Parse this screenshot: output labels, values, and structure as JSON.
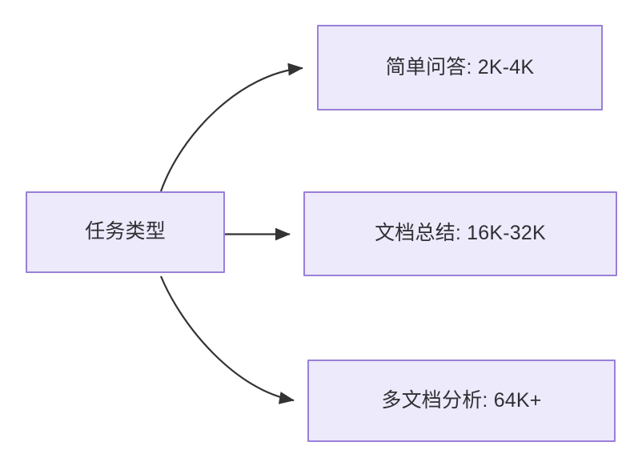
{
  "diagram": {
    "title": "",
    "type": "flowchart",
    "direction": "left-to-right",
    "colors": {
      "node_fill": "#ECEAFB",
      "node_border": "#9A7FD8",
      "node_text": "#2f2f33",
      "edge_stroke": "#333333",
      "canvas_background": "#ffffff"
    },
    "source_node": {
      "id": "task-type",
      "label": "任务类型"
    },
    "target_nodes": [
      {
        "id": "simple-qa",
        "label": "简单问答: 2K-4K",
        "category": "简单问答",
        "range": "2K-4K"
      },
      {
        "id": "doc-summary",
        "label": "文档总结: 16K-32K",
        "category": "文档总结",
        "range": "16K-32K"
      },
      {
        "id": "multi-doc",
        "label": "多文档分析: 64K+",
        "category": "多文档分析",
        "range": "64K+"
      }
    ],
    "edges": [
      {
        "id": "edge-to-simple-qa",
        "from": "task-type",
        "to": "simple-qa",
        "label": "",
        "style": "curved",
        "arrowhead": "solid-triangle"
      },
      {
        "id": "edge-to-doc-summary",
        "from": "task-type",
        "to": "doc-summary",
        "label": "",
        "style": "straight",
        "arrowhead": "solid-triangle"
      },
      {
        "id": "edge-to-multi-doc",
        "from": "task-type",
        "to": "multi-doc",
        "label": "",
        "style": "curved",
        "arrowhead": "solid-triangle"
      }
    ]
  }
}
